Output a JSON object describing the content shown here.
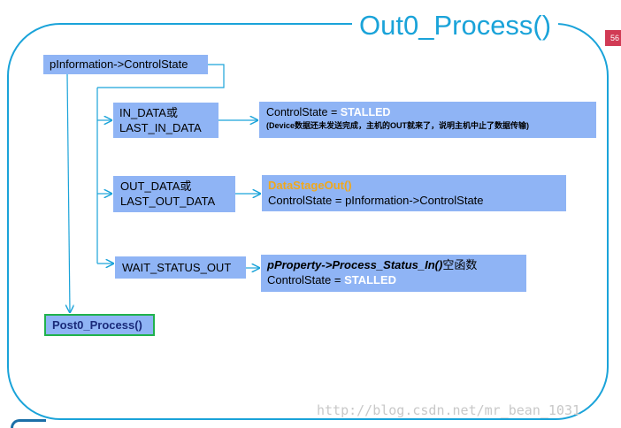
{
  "slide": {
    "title": "Out0_Process()",
    "page_number": "56",
    "watermark": "http://blog.csdn.net/mr_bean_1031"
  },
  "diagram": {
    "root": "pInformation->ControlState",
    "branches": [
      {
        "condition_line1": "IN_DATA或",
        "condition_line2": "LAST_IN_DATA",
        "action_prefix": "ControlState = ",
        "action_highlight": "STALLED",
        "action_note": "(Device数据还未发送完成，主机的OUT就来了，说明主机中止了数据传输)"
      },
      {
        "condition_line1": "OUT_DATA或",
        "condition_line2": "LAST_OUT_DATA",
        "action_call": "DataStageOut()",
        "action_line2": "ControlState = pInformation->ControlState"
      },
      {
        "condition": "WAIT_STATUS_OUT",
        "action_call": "pProperty->Process_Status_In()",
        "action_call_suffix": "空函数",
        "action_prefix": "ControlState = ",
        "action_highlight": "STALLED"
      }
    ],
    "final": "Post0_Process()"
  },
  "colors": {
    "frame": "#1aa3d9",
    "box_fill": "#8fb4f5",
    "connector": "#1aa3d9",
    "highlight_white": "#ffffff",
    "highlight_orange": "#f0a81c",
    "final_border": "#20b24c",
    "page_badge": "#d13a54"
  }
}
